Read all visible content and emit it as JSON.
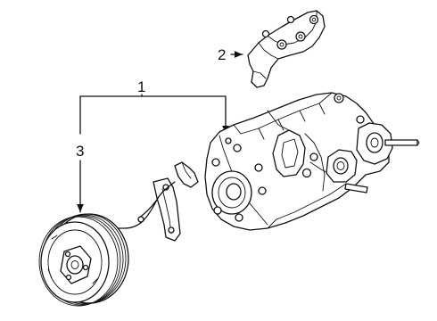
{
  "callouts": [
    {
      "id": "1",
      "label": "1"
    },
    {
      "id": "2",
      "label": "2"
    },
    {
      "id": "3",
      "label": "3"
    }
  ],
  "parts": [
    {
      "icon": "ac-compressor-icon"
    },
    {
      "icon": "mounting-bracket-icon"
    },
    {
      "icon": "clutch-pulley-icon"
    }
  ]
}
